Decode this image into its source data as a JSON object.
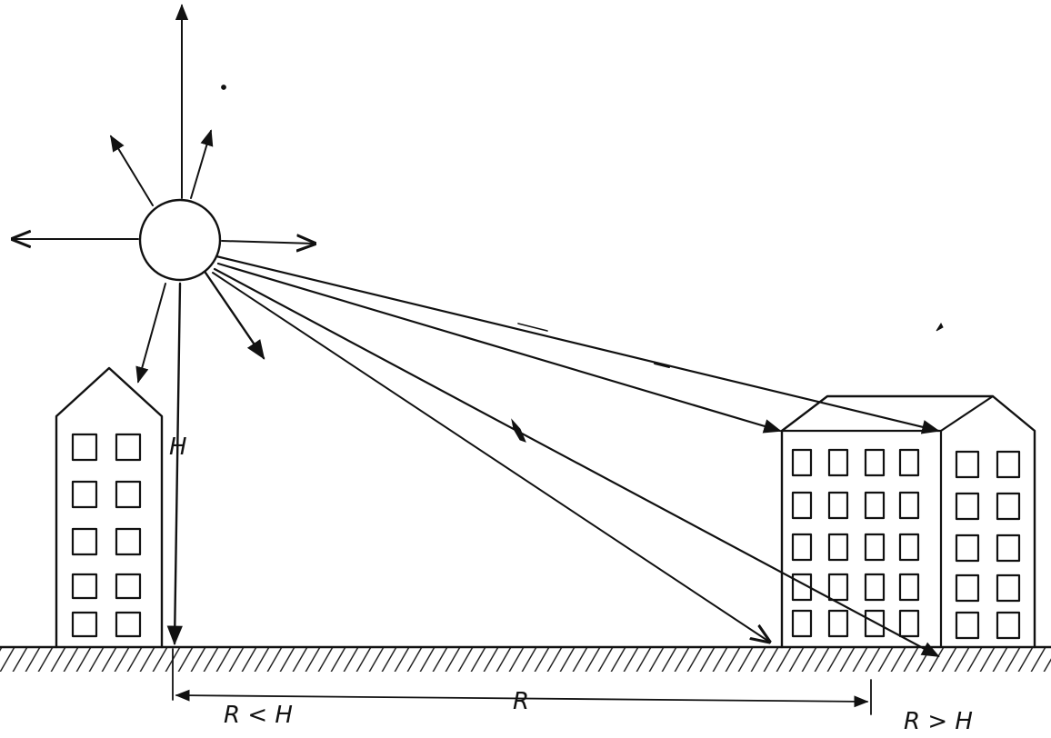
{
  "labels": {
    "height": "H",
    "distance": "R",
    "near_zone": "R < H",
    "far_zone": "R > H"
  },
  "colors": {
    "ink": "#111111",
    "paper": "#ffffff"
  },
  "icons": {
    "source": "circle-icon",
    "building": "building-icon"
  }
}
